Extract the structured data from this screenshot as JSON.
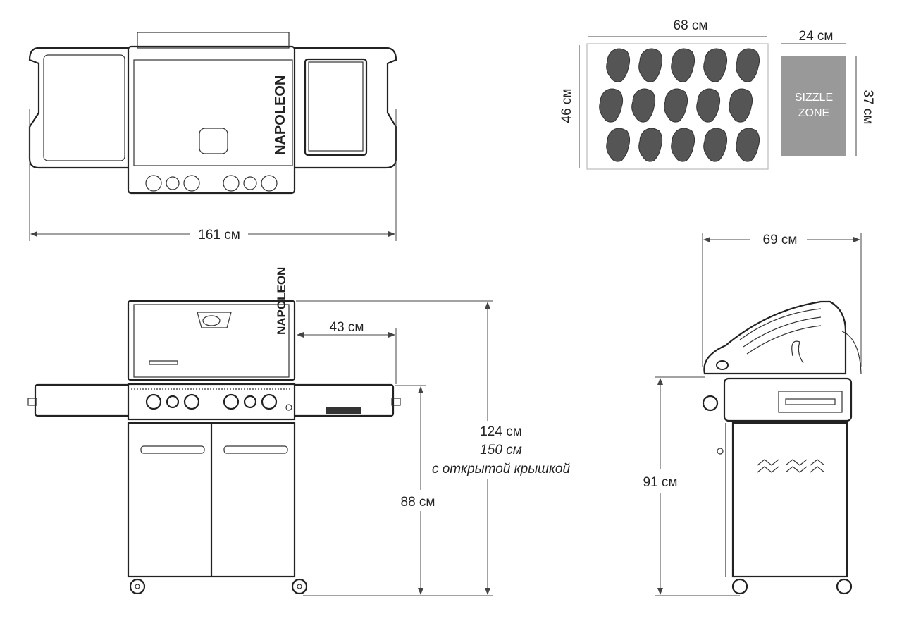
{
  "brand": "NAPOLEON",
  "top_view": {
    "width_label": "161 см"
  },
  "cooking_area": {
    "main_width_label": "68 см",
    "main_depth_label": "46 см",
    "sizzle_width_label": "24 см",
    "sizzle_depth_label": "37 см",
    "sizzle_line1": "SIZZLE",
    "sizzle_line2": "ZONE",
    "sizzle_color": "#999999",
    "steak_rows": 3,
    "steaks_per_row": 5
  },
  "front_view": {
    "shelf_depth_label": "43 см",
    "height_closed_label": "124 см",
    "height_open_label": "150 см",
    "height_open_note": "с открытой крышкой",
    "work_height_label": "88 см"
  },
  "side_view": {
    "depth_label": "69 см",
    "height_label": "91 см"
  }
}
